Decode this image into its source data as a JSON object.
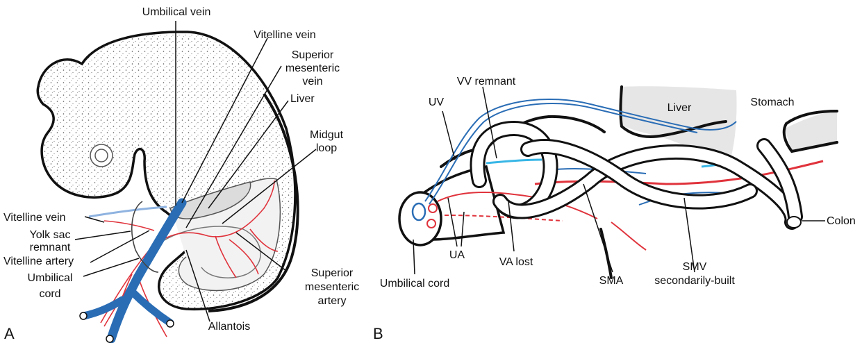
{
  "panels": {
    "a": {
      "letter": "A",
      "labels": {
        "umbilical_vein": "Umbilical vein",
        "vitelline_vein_top": "Vitelline vein",
        "smv_1": "Superior",
        "smv_2": "mesenteric",
        "smv_3": "vein",
        "liver": "Liver",
        "midgut_1": "Midgut",
        "midgut_2": "loop",
        "vitelline_vein_left": "Vitelline vein",
        "yolk_1": "Yolk sac",
        "yolk_2": "remnant",
        "vitelline_artery": "Vitelline artery",
        "cord_1": "Umbilical",
        "cord_2": "cord",
        "sma_1": "Superior",
        "sma_2": "mesenteric",
        "sma_3": "artery",
        "allantois": "Allantois"
      }
    },
    "b": {
      "letter": "B",
      "labels": {
        "vv_remnant": "VV remnant",
        "uv": "UV",
        "liver": "Liver",
        "stomach": "Stomach",
        "colon": "Colon",
        "ua": "UA",
        "va_lost": "VA lost",
        "sma": "SMA",
        "smv_1": "SMV",
        "smv_2": "secondarily-built",
        "umbilical_cord": "Umbilical cord"
      }
    }
  },
  "colors": {
    "vein": "#2a6db5",
    "artery": "#e0333c",
    "light_vein": "#8fb3e0",
    "light_artery": "#f08a8f",
    "cyan": "#38b6e6",
    "liver_fill": "#e6e6e6",
    "ink": "#111111"
  }
}
